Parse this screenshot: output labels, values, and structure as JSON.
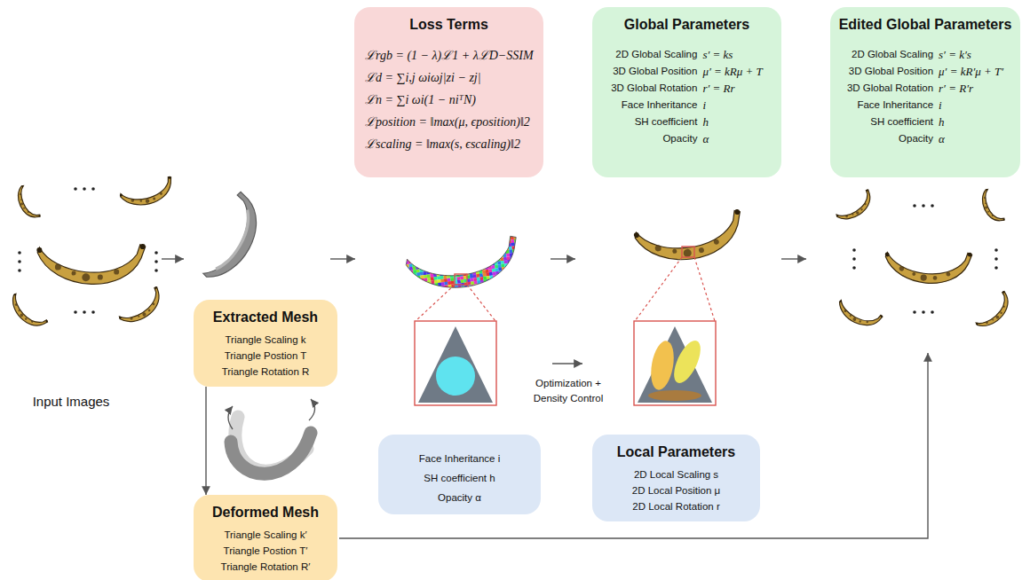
{
  "diagram": {
    "nodes": [
      {
        "text": [
          "Loss Terms",
          "ℒrgb = (1 − λ)ℒ1 + λℒD−SSIM",
          "ℒd = ∑i,j ωiωj|zi − zj|",
          "ℒn = ∑i ωi(1 − niᵀN)",
          "ℒposition = ‖max(μ, ϵposition)‖2",
          "ℒscaling = ‖max(s, ϵscaling)‖2"
        ]
      },
      {
        "text": [
          "Global Parameters",
          "2D Global Scaling",
          "s′ = ks",
          "3D Global Position",
          "μ′ = kRμ + T",
          "3D Global Rotation",
          "r′ = Rr",
          "Face Inheritance",
          "i",
          "SH coefficient",
          "h",
          "Opacity",
          "α"
        ]
      },
      {
        "text": [
          "Edited Global Parameters",
          "2D Global Scaling",
          "s′ = k′s",
          "3D Global Position",
          "μ′ = kR′μ + T′",
          "3D Global Rotation",
          "r′ = R′r",
          "Face Inheritance",
          "i",
          "SH coefficient",
          "h",
          "Opacity",
          "α"
        ]
      },
      {
        "text": [
          "Extracted Mesh",
          "Triangle Scaling k",
          "Triangle Postion T",
          "Triangle Rotation R"
        ]
      },
      {
        "text": [
          "Face Inheritance i",
          "SH coefficient h",
          "Opacity α"
        ]
      },
      {
        "text": [
          "Local Parameters",
          "2D Local Scaling s",
          "2D Local Position μ",
          "2D Local Rotation r"
        ]
      },
      {
        "text": [
          "Deformed Mesh",
          "Triangle Scaling k′",
          "Triangle Postion T′",
          "Triangle Rotation R′"
        ]
      }
    ],
    "edges": [
      {
        "from": 3,
        "to": 6,
        "arrow": "to"
      }
    ],
    "labels": [
      "Input Images",
      "Optimization + Density Control"
    ]
  }
}
